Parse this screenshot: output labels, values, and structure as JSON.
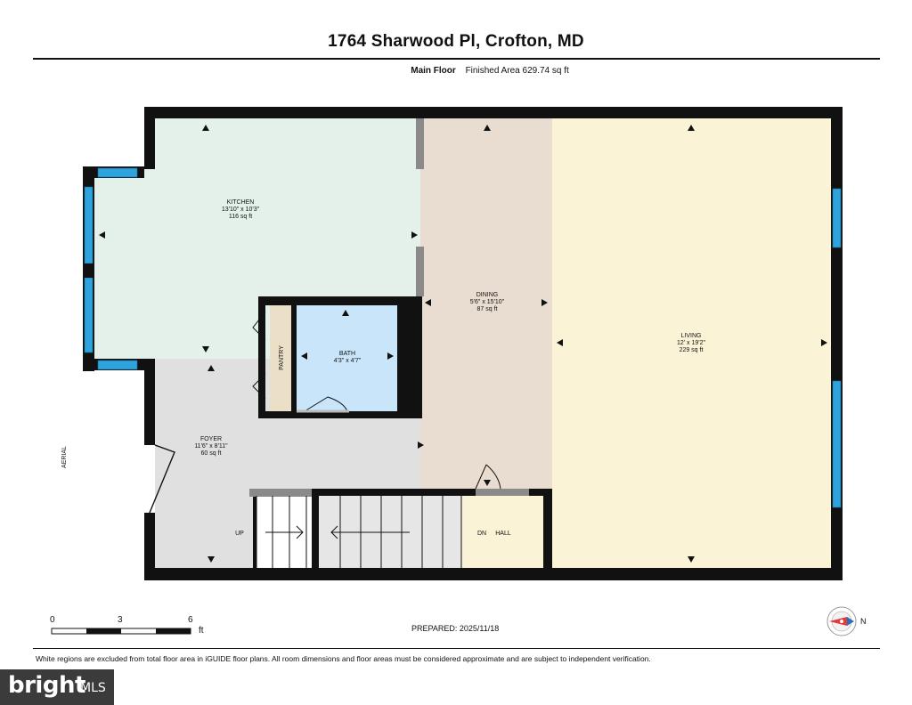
{
  "header": {
    "title": "1764 Sharwood Pl, Crofton, MD",
    "floor_name": "Main Floor",
    "finished_area": "Finished Area 629.74 sq ft"
  },
  "rooms": {
    "kitchen": {
      "name": "KITCHEN",
      "dims": "13'10\" x 10'3\"",
      "area": "116 sq ft"
    },
    "dining": {
      "name": "DINING",
      "dims": "5'6\" x 15'10\"",
      "area": "87 sq ft"
    },
    "living": {
      "name": "LIVING",
      "dims": "12' x 19'2\"",
      "area": "229 sq ft"
    },
    "bath": {
      "name": "BATH",
      "dims": "4'3\" x 4'7\""
    },
    "foyer": {
      "name": "FOYER",
      "dims": "11'6\" x 8'11\"",
      "area": "60 sq ft"
    },
    "pantry": {
      "name": "PANTRY"
    },
    "hall": {
      "name": "HALL"
    }
  },
  "stairs": {
    "up": "UP",
    "down": "DN"
  },
  "side_label": "AERIAL",
  "scale": {
    "ticks": [
      "0",
      "3",
      "6"
    ],
    "unit": "ft"
  },
  "prepared": "PREPARED: 2025/11/18",
  "compass_label": "N",
  "footnote": "White regions are excluded from total floor area in iGUIDE floor plans. All room dimensions and floor areas must be considered approximate and are subject to independent verification.",
  "logo": {
    "brand": "bright",
    "suffix": "MLS"
  },
  "colors": {
    "kitchen": "#e3f1ea",
    "dining": "#e8ddd0",
    "living": "#fbf3d6",
    "bath": "#c9e5f9",
    "foyer": "#e0e0e0",
    "pantry": "#ebdfc8",
    "hall": "#fbf3d6",
    "wall": "#111111",
    "window": "#2ea3dd"
  }
}
